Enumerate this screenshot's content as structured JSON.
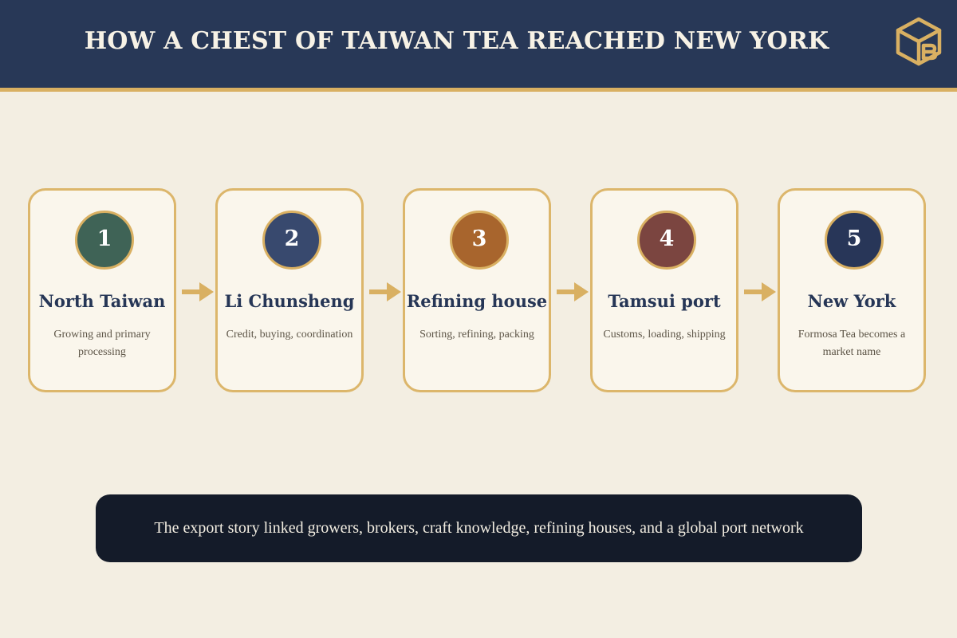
{
  "header": {
    "title": "HOW A CHEST OF TAIWAN TEA REACHED NEW YORK",
    "logo_icon": "cube-logo-icon"
  },
  "colors": {
    "header_bg": "#283857",
    "accent_gold": "#d9b062",
    "page_bg": "#f3eee2",
    "card_bg": "#faf6ec",
    "banner_bg": "#141b29"
  },
  "steps": [
    {
      "number": "1",
      "title": "North Taiwan",
      "description": "Growing and primary processing",
      "color": "#3f6356"
    },
    {
      "number": "2",
      "title": "Li Chunsheng",
      "description": "Credit, buying, coordination",
      "color": "#38496e"
    },
    {
      "number": "3",
      "title": "Refining house",
      "description": "Sorting, refining, packing",
      "color": "#a8652d"
    },
    {
      "number": "4",
      "title": "Tamsui port",
      "description": "Customs, loading, shipping",
      "color": "#7b4540"
    },
    {
      "number": "5",
      "title": "New York",
      "description": "Formosa Tea becomes a market name",
      "color": "#283658"
    }
  ],
  "banner": {
    "text": "The export story linked growers, brokers, craft knowledge, refining houses, and a global port network"
  }
}
